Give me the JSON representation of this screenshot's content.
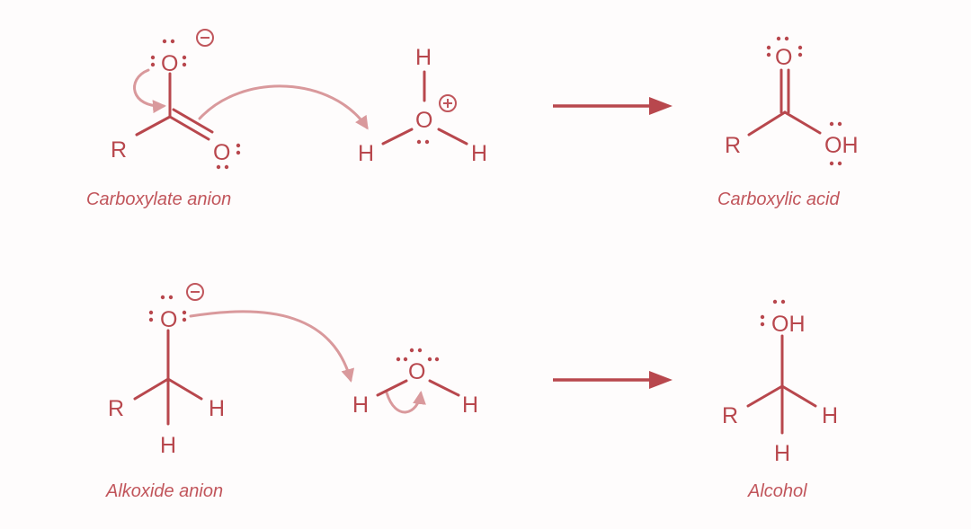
{
  "colors": {
    "structure": "#b8474d",
    "caption": "#c1555b",
    "curly_arrow": "#d9999c",
    "background": "#fefcfc"
  },
  "atoms": {
    "r": "R",
    "o": "O",
    "h": "H",
    "oh": "OH"
  },
  "captions": {
    "carboxylate": "Carboxylate anion",
    "carboxylic_acid": "Carboxylic acid",
    "alkoxide": "Alkoxide anion",
    "alcohol": "Alcohol"
  }
}
